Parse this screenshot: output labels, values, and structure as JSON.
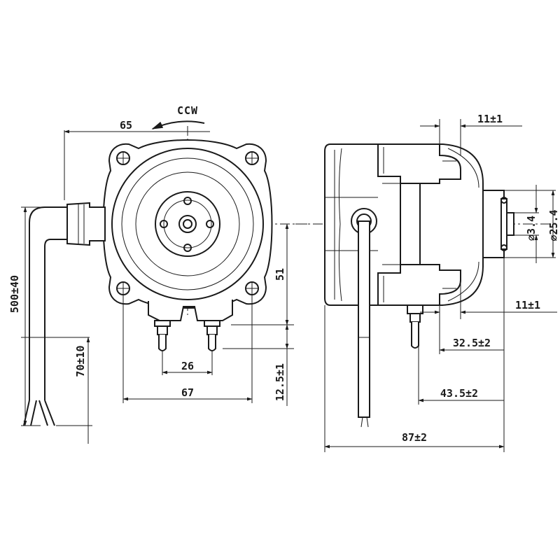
{
  "rotation": "CCW",
  "front_view": {
    "width_to_cable": "65",
    "height_to_center": "51",
    "terminal_spacing": "26",
    "mount_width": "67",
    "terminal_length": "12.5±1",
    "cable_length": "500±40",
    "strip_length": "70±10"
  },
  "side_view": {
    "top_offset": "11±1",
    "shaft_diameter": "⌀3.4",
    "boss_diameter": "⌀25.4",
    "bottom_offset": "11±1",
    "terminal_offset": "32.5±2",
    "cable_offset": "43.5±2",
    "overall_depth": "87±2"
  }
}
